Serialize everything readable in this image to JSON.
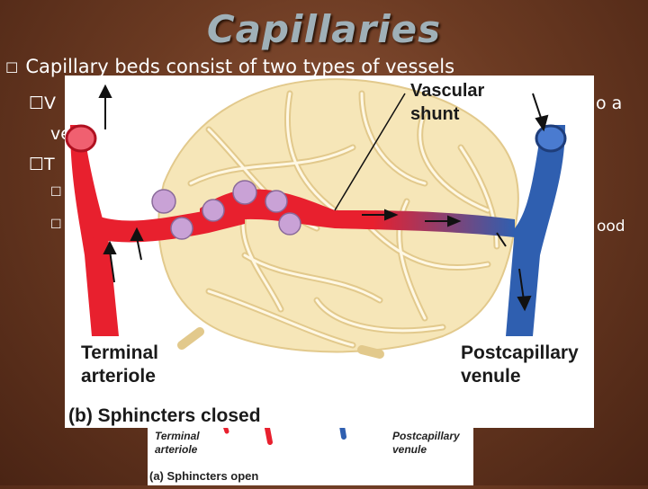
{
  "slide": {
    "title": "Capillaries",
    "bullet_glyph": "☐",
    "line1": "Capillary beds consist of two types of vessels",
    "fragments": {
      "v_start": "V",
      "a_end": "o a",
      "ve_start": "ve",
      "t_start": "T",
      "ood_end": "ood"
    }
  },
  "figure_back": {
    "terminal_arteriole": "Terminal\narteriole",
    "postcapillary_venule": "Postcapillary\nvenule",
    "caption": "(a) Sphincters open"
  },
  "figure_front": {
    "vascular_shunt": "Vascular\nshunt",
    "terminal_arteriole": "Terminal\narteriole",
    "postcapillary_venule": "Postcapillary\nvenule",
    "caption": "(b) Sphincters closed",
    "colors": {
      "artery": "#e8202e",
      "vein": "#2f5fb0",
      "capillary": "#f6e6b8",
      "sphincter": "#c9a2d6"
    }
  }
}
